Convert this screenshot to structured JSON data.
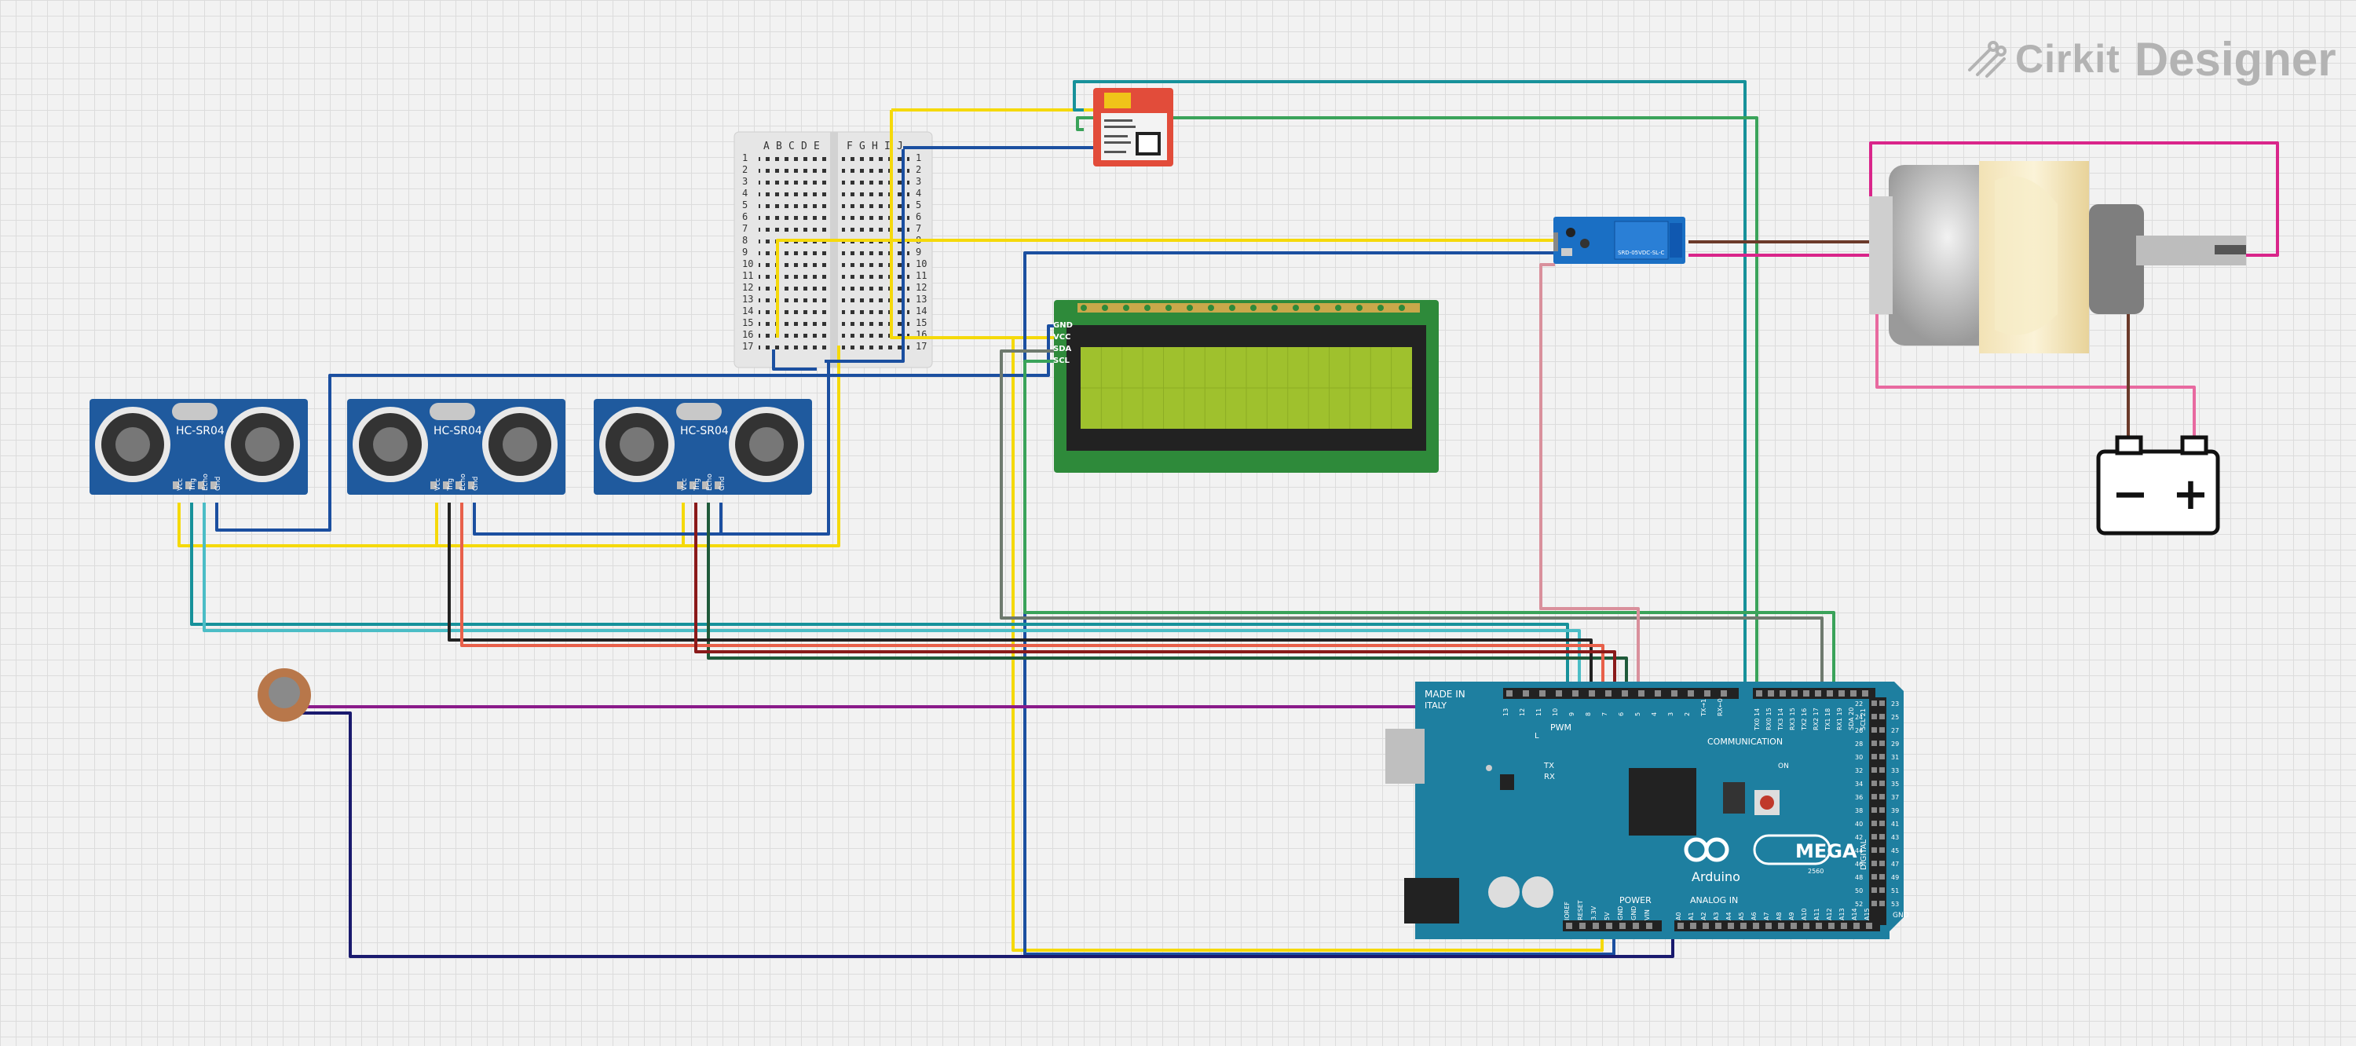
{
  "logo": {
    "brand": "Cirkit",
    "product": "Designer",
    "icon": "cirkit-logo-icon"
  },
  "colors": {
    "sensor_blue": "#1f5a9e",
    "arduino_teal": "#1e7fa0",
    "lcd_green": "#2e8a3a",
    "lcd_screen": "#9fc12d",
    "relay_blue": "#1a6fc4",
    "sim_red": "#e24c3a",
    "wire_yellow": "#f5d90a",
    "wire_blue": "#1b4fa0",
    "wire_teal": "#17919a",
    "wire_green": "#3aa35a",
    "wire_magenta": "#d9258a",
    "wire_pink": "#e86aa0",
    "wire_brown": "#6b3a2a",
    "wire_purple": "#8a1b8a",
    "wire_navy": "#1a1a6e"
  },
  "sensors": [
    {
      "label": "HC-SR04",
      "pins": [
        "Vcc",
        "Trig",
        "Echo",
        "Gnd"
      ]
    },
    {
      "label": "HC-SR04",
      "pins": [
        "Vcc",
        "Trig",
        "Echo",
        "Gnd"
      ]
    },
    {
      "label": "HC-SR04",
      "pins": [
        "Vcc",
        "Trig",
        "Echo",
        "Gnd"
      ]
    }
  ],
  "breadboard": {
    "cols_left": [
      "A",
      "B",
      "C",
      "D",
      "E"
    ],
    "cols_right": [
      "F",
      "G",
      "H",
      "I",
      "J"
    ],
    "rows": [
      "1",
      "2",
      "3",
      "4",
      "5",
      "6",
      "7",
      "8",
      "9",
      "10",
      "11",
      "12",
      "13",
      "14",
      "15",
      "16",
      "17"
    ]
  },
  "lcd": {
    "pins": [
      "GND",
      "VCC",
      "SDA",
      "SCL"
    ]
  },
  "relay": {
    "text": "SRD-05VDC-SL-C"
  },
  "battery": {
    "minus": "−",
    "plus": "+"
  },
  "arduino": {
    "made_in": "MADE IN",
    "italy": "ITALY",
    "pwm": "PWM",
    "communication": "COMMUNICATION",
    "power": "POWER",
    "analog_in": "ANALOG IN",
    "digital": "DIGITAL",
    "brand": "Arduino",
    "model": "MEGA",
    "year": "2560",
    "tx": "TX",
    "rx": "RX",
    "l": "L",
    "on": "ON",
    "gnd": "GND",
    "comm_pins": [
      "TX0 14",
      "RX0 15",
      "TX3 14",
      "RX3 15",
      "TX2 16",
      "RX2 17",
      "TX1 18",
      "RX1 19",
      "SDA 20",
      "SCL 21"
    ],
    "pwm_pins": [
      "13",
      "12",
      "11",
      "10",
      "9",
      "8",
      "7",
      "6",
      "5",
      "4",
      "3",
      "2",
      "TX→1",
      "RX←0"
    ],
    "power_pins": [
      "IOREF",
      "RESET",
      "3.3V",
      "5V",
      "GND",
      "GND",
      "VIN"
    ],
    "analog_pins": [
      "A0",
      "A1",
      "A2",
      "A3",
      "A4",
      "A5",
      "A6",
      "A7",
      "A8",
      "A9",
      "A10",
      "A11",
      "A12",
      "A13",
      "A14",
      "A15"
    ],
    "digital_right_odd": [
      "23",
      "25",
      "27",
      "29",
      "31",
      "33",
      "35",
      "37",
      "39",
      "41",
      "43",
      "45",
      "47",
      "49",
      "51",
      "53"
    ],
    "digital_right_even": [
      "22",
      "24",
      "26",
      "28",
      "30",
      "32",
      "34",
      "36",
      "38",
      "40",
      "42",
      "44",
      "46",
      "48",
      "50",
      "52"
    ]
  }
}
